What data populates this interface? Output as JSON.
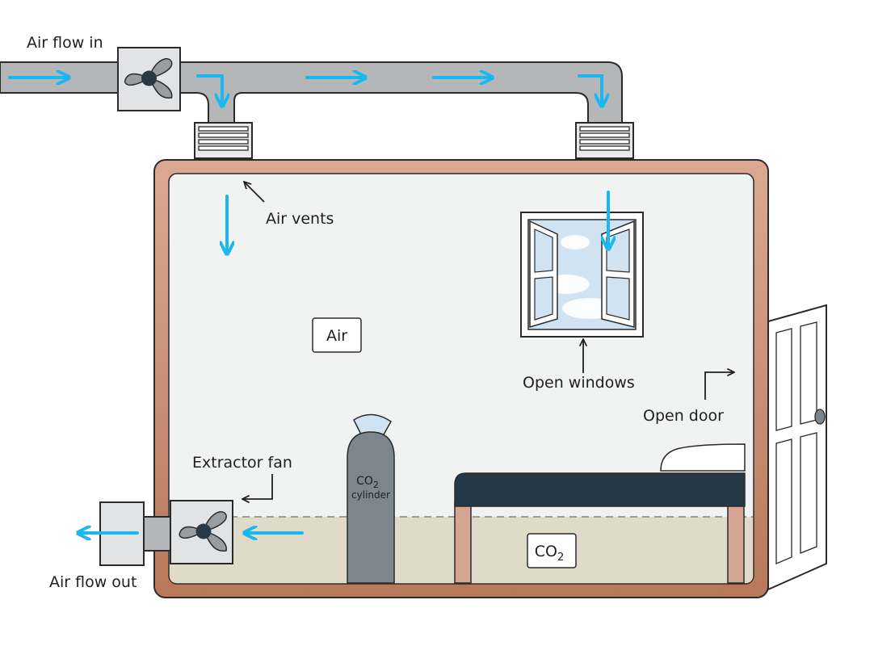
{
  "labels": {
    "air_flow_in": "Air flow in",
    "air_flow_out": "Air flow out",
    "air_vents": "Air vents",
    "air_box": "Air",
    "open_windows": "Open windows",
    "open_door": "Open door",
    "extractor_fan": "Extractor fan",
    "co2_box_main": "CO",
    "co2_box_sub": "2",
    "cylinder_co_main": "CO",
    "cylinder_co_sub": "2",
    "cylinder_word": "cylinder"
  },
  "colors": {
    "arrow": "#1ab8f0",
    "duct": "#b4b6b8",
    "wall_outer": "#c98f72",
    "wall_inner": "#f1f2f2",
    "co2_layer": "#e0dac8",
    "cylinder": "#7d868d",
    "bed_top": "#263745",
    "bed_legs": "#d4a592",
    "window_sky": "#cfe3f2",
    "door": "#ffffff"
  },
  "icons": {
    "inlet_fan": "fan-icon",
    "extractor_fan": "fan-icon",
    "vents": "vent-grille-icon"
  }
}
